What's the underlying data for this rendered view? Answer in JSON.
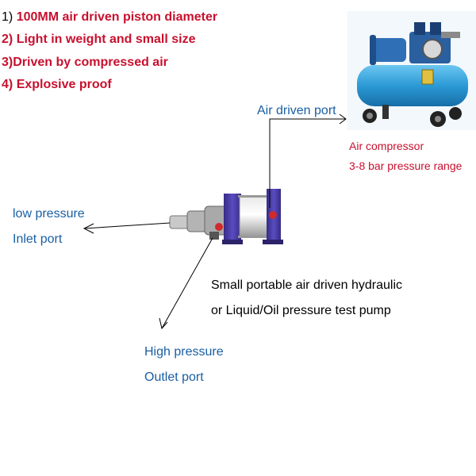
{
  "features": [
    {
      "num": "1)",
      "text": "100MM air driven piston diameter"
    },
    {
      "num": "2)",
      "text": "Light in weight and small size"
    },
    {
      "num": "3)",
      "text": "Driven by compressed air"
    },
    {
      "num": "4)",
      "text": "Explosive proof"
    }
  ],
  "labels": {
    "air_port": "Air driven port",
    "compressor_name": "Air compressor",
    "compressor_range": "3-8 bar pressure range",
    "low_line1": "low pressure",
    "low_line2": "Inlet port",
    "high_line1": "High pressure",
    "high_line2": "Outlet port",
    "desc_line1": "Small portable air driven hydraulic",
    "desc_line2": "or Liquid/Oil pressure test pump"
  },
  "colors": {
    "feature_text": "#c8102e",
    "port_text": "#1a5fa3",
    "pump_purple": "#4a3da0",
    "compressor_blue": "#2b9ad6"
  }
}
